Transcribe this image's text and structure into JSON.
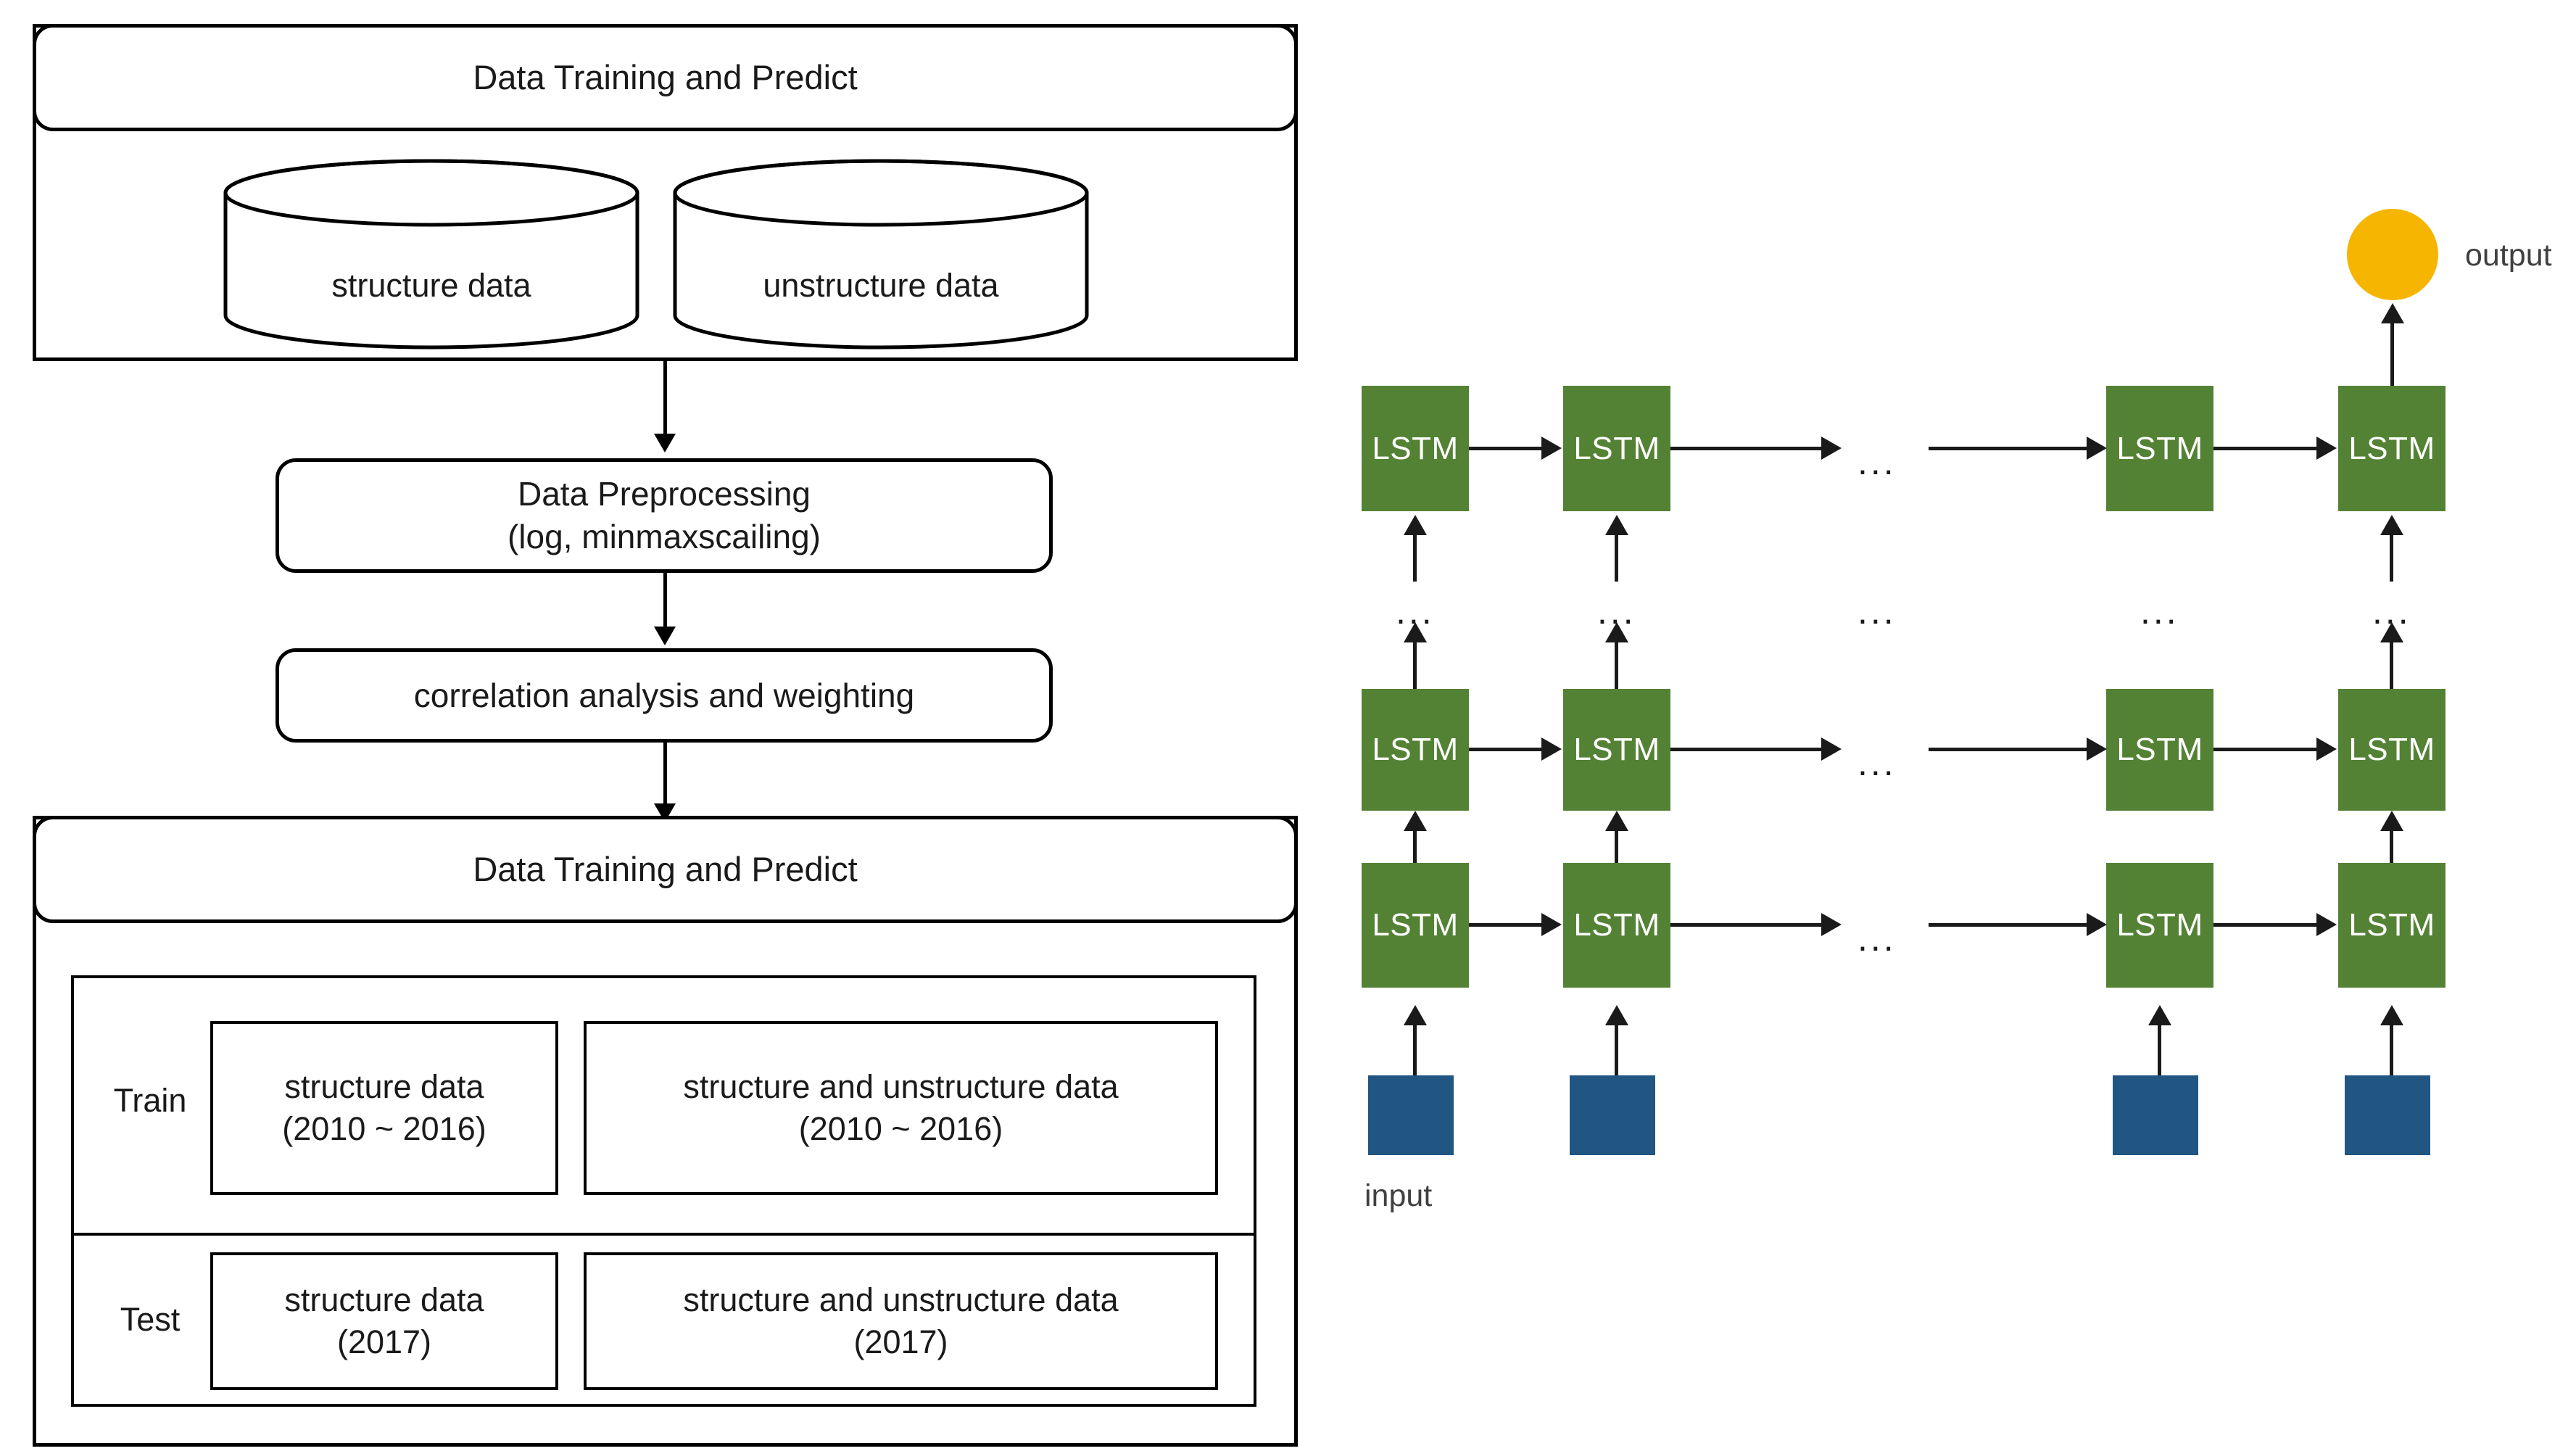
{
  "pipeline": {
    "source_panel": {
      "header": "Data Training and Predict",
      "datastores": [
        {
          "label": "structure data"
        },
        {
          "label": "unstructure data"
        }
      ]
    },
    "preprocess_box": {
      "line1": "Data Preprocessing",
      "line2": "(log, minmaxscailing)"
    },
    "correlation_box": {
      "label": "correlation analysis and  weighting"
    },
    "training_panel": {
      "header": "Data Training and Predict",
      "rows": [
        {
          "side_label": "Train",
          "cells": [
            {
              "line1": "structure data",
              "line2": "(2010 ~ 2016)"
            },
            {
              "line1": "structure and unstructure data",
              "line2": "(2010 ~ 2016)"
            }
          ]
        },
        {
          "side_label": "Test",
          "cells": [
            {
              "line1": "structure data",
              "line2": "(2017)"
            },
            {
              "line1": "structure and unstructure data",
              "line2": "(2017)"
            }
          ]
        }
      ]
    }
  },
  "network": {
    "cell_label": "LSTM",
    "input_label": "input",
    "output_label": "output",
    "ellipsis": "...",
    "colors": {
      "lstm_cell": "#548235",
      "input_block": "#215683",
      "output_node": "#F5B500",
      "arrow": "#1a1a1a"
    },
    "grid": {
      "layers": 3,
      "timesteps_shown": 4,
      "layer_labels": [
        "LSTM",
        "LSTM",
        "LSTM"
      ],
      "cells": [
        [
          "LSTM",
          "LSTM",
          "LSTM",
          "LSTM"
        ],
        [
          "LSTM",
          "LSTM",
          "LSTM",
          "LSTM"
        ],
        [
          "LSTM",
          "LSTM",
          "LSTM",
          "LSTM"
        ]
      ],
      "inputs": [
        "",
        "",
        "",
        ""
      ]
    }
  }
}
